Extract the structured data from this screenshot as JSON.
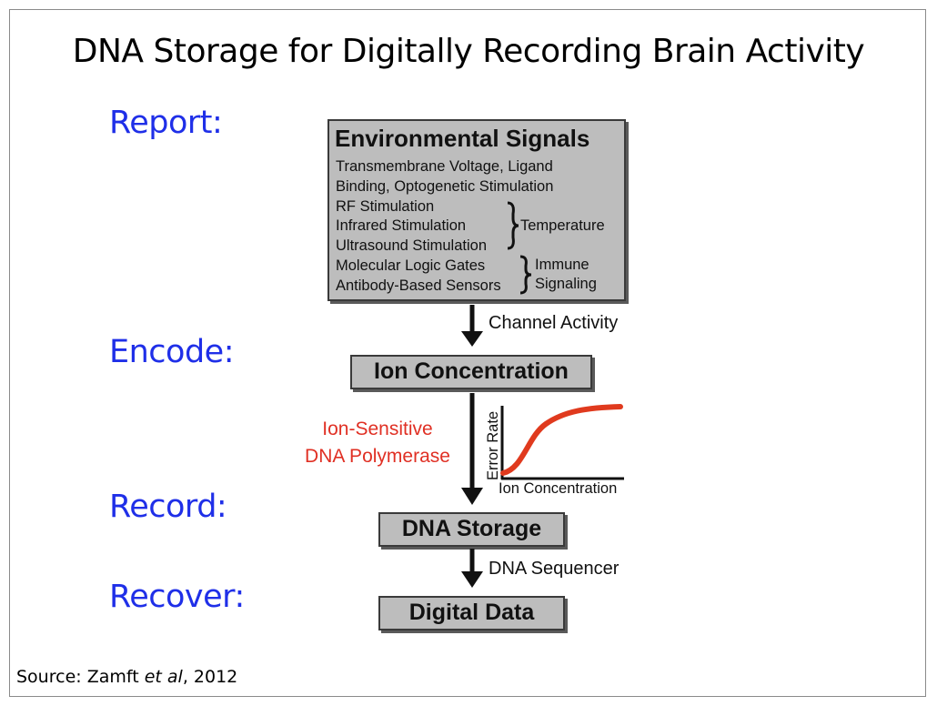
{
  "title": "DNA Storage for Digitally Recording Brain Activity",
  "stages": {
    "report": "Report:",
    "encode": "Encode:",
    "record": "Record:",
    "recover": "Recover:"
  },
  "env_box": {
    "title": "Environmental Signals",
    "lines": [
      "Transmembrane Voltage, Ligand",
      "Binding, Optogenetic Stimulation",
      "RF Stimulation",
      "Infrared Stimulation",
      "Ultrasound Stimulation",
      "Molecular Logic Gates",
      "Antibody-Based Sensors"
    ],
    "temperature_label": "Temperature",
    "immune_label_1": "Immune",
    "immune_label_2": "Signaling"
  },
  "arrows": {
    "channel_activity": "Channel Activity",
    "dna_sequencer": "DNA Sequencer"
  },
  "boxes": {
    "ion_concentration": "Ion Concentration",
    "dna_storage": "DNA Storage",
    "digital_data": "Digital Data"
  },
  "polymerase": {
    "line1": "Ion-Sensitive",
    "line2": "DNA Polymerase"
  },
  "mini_chart": {
    "ylabel": "Error Rate",
    "xlabel": "Ion Concentration",
    "curve_color": "#e03a1e"
  },
  "source": {
    "prefix": "Source: Zamft ",
    "italic": "et al",
    "suffix": ", 2012"
  }
}
